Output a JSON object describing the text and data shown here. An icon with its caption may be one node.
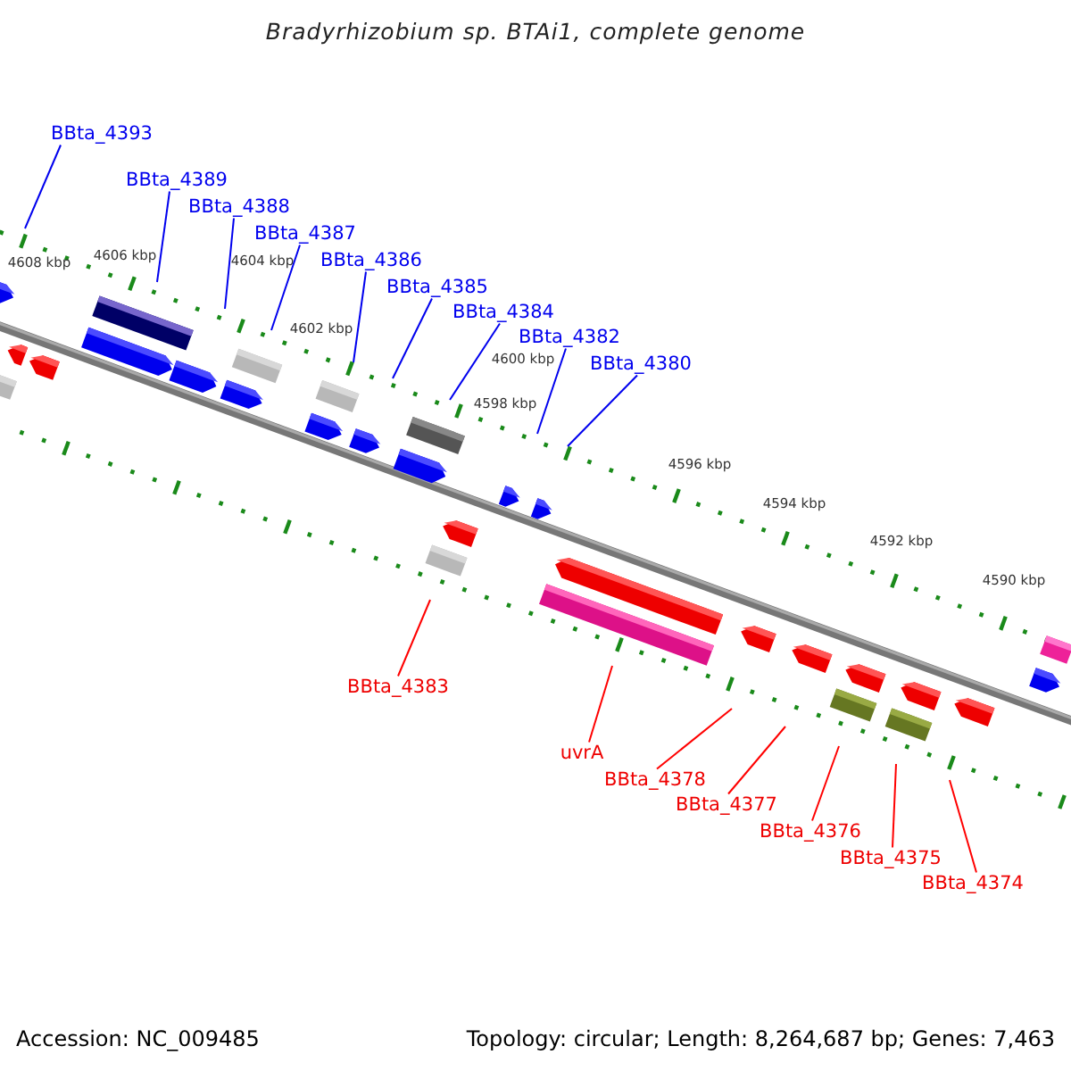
{
  "diagram": {
    "title": "Bradyrhizobium sp. BTAi1, complete genome",
    "nodes": [
      {
        "text": [
          "BBta_4393"
        ]
      },
      {
        "text": [
          "BBta_4389"
        ]
      },
      {
        "text": [
          "BBta_4388"
        ]
      },
      {
        "text": [
          "BBta_4387"
        ]
      },
      {
        "text": [
          "BBta_4386"
        ]
      },
      {
        "text": [
          "BBta_4385"
        ]
      },
      {
        "text": [
          "BBta_4384"
        ]
      },
      {
        "text": [
          "BBta_4382"
        ]
      },
      {
        "text": [
          "BBta_4380"
        ]
      },
      {
        "text": [
          "BBta_4383"
        ]
      },
      {
        "text": [
          "uvrA"
        ]
      },
      {
        "text": [
          "BBta_4378"
        ]
      },
      {
        "text": [
          "BBta_4377"
        ]
      },
      {
        "text": [
          "BBta_4376"
        ]
      },
      {
        "text": [
          "BBta_4375"
        ]
      },
      {
        "text": [
          "BBta_4374"
        ]
      }
    ],
    "edges": [
      {
        "from": 0,
        "to": null,
        "arrow": "none"
      },
      {
        "from": 1,
        "to": null,
        "arrow": "none"
      },
      {
        "from": 2,
        "to": null,
        "arrow": "none"
      },
      {
        "from": 3,
        "to": null,
        "arrow": "none"
      },
      {
        "from": 4,
        "to": null,
        "arrow": "none"
      },
      {
        "from": 5,
        "to": null,
        "arrow": "none"
      },
      {
        "from": 6,
        "to": null,
        "arrow": "none"
      },
      {
        "from": 7,
        "to": null,
        "arrow": "none"
      },
      {
        "from": 8,
        "to": null,
        "arrow": "none"
      },
      {
        "from": 9,
        "to": null,
        "arrow": "none",
        "color": "#ff0000"
      },
      {
        "from": 10,
        "to": null,
        "arrow": "none",
        "color": "#ff0000"
      },
      {
        "from": 11,
        "to": null,
        "arrow": "none",
        "color": "#ff0000"
      },
      {
        "from": 12,
        "to": null,
        "arrow": "none",
        "color": "#ff0000"
      },
      {
        "from": 13,
        "to": null,
        "arrow": "none",
        "color": "#ff0000"
      },
      {
        "from": 14,
        "to": null,
        "arrow": "none",
        "color": "#ff0000"
      },
      {
        "from": 15,
        "to": null,
        "arrow": "none",
        "color": "#ff0000"
      }
    ],
    "labels": [
      "4608 kbp",
      "4606 kbp",
      "4604 kbp",
      "4602 kbp",
      "4600 kbp",
      "4598 kbp",
      "4596 kbp",
      "4594 kbp",
      "4592 kbp",
      "4590 kbp",
      "Accession: NC_009485",
      "Topology: circular; Length: 8,264,687 bp; Genes: 7,463"
    ]
  }
}
